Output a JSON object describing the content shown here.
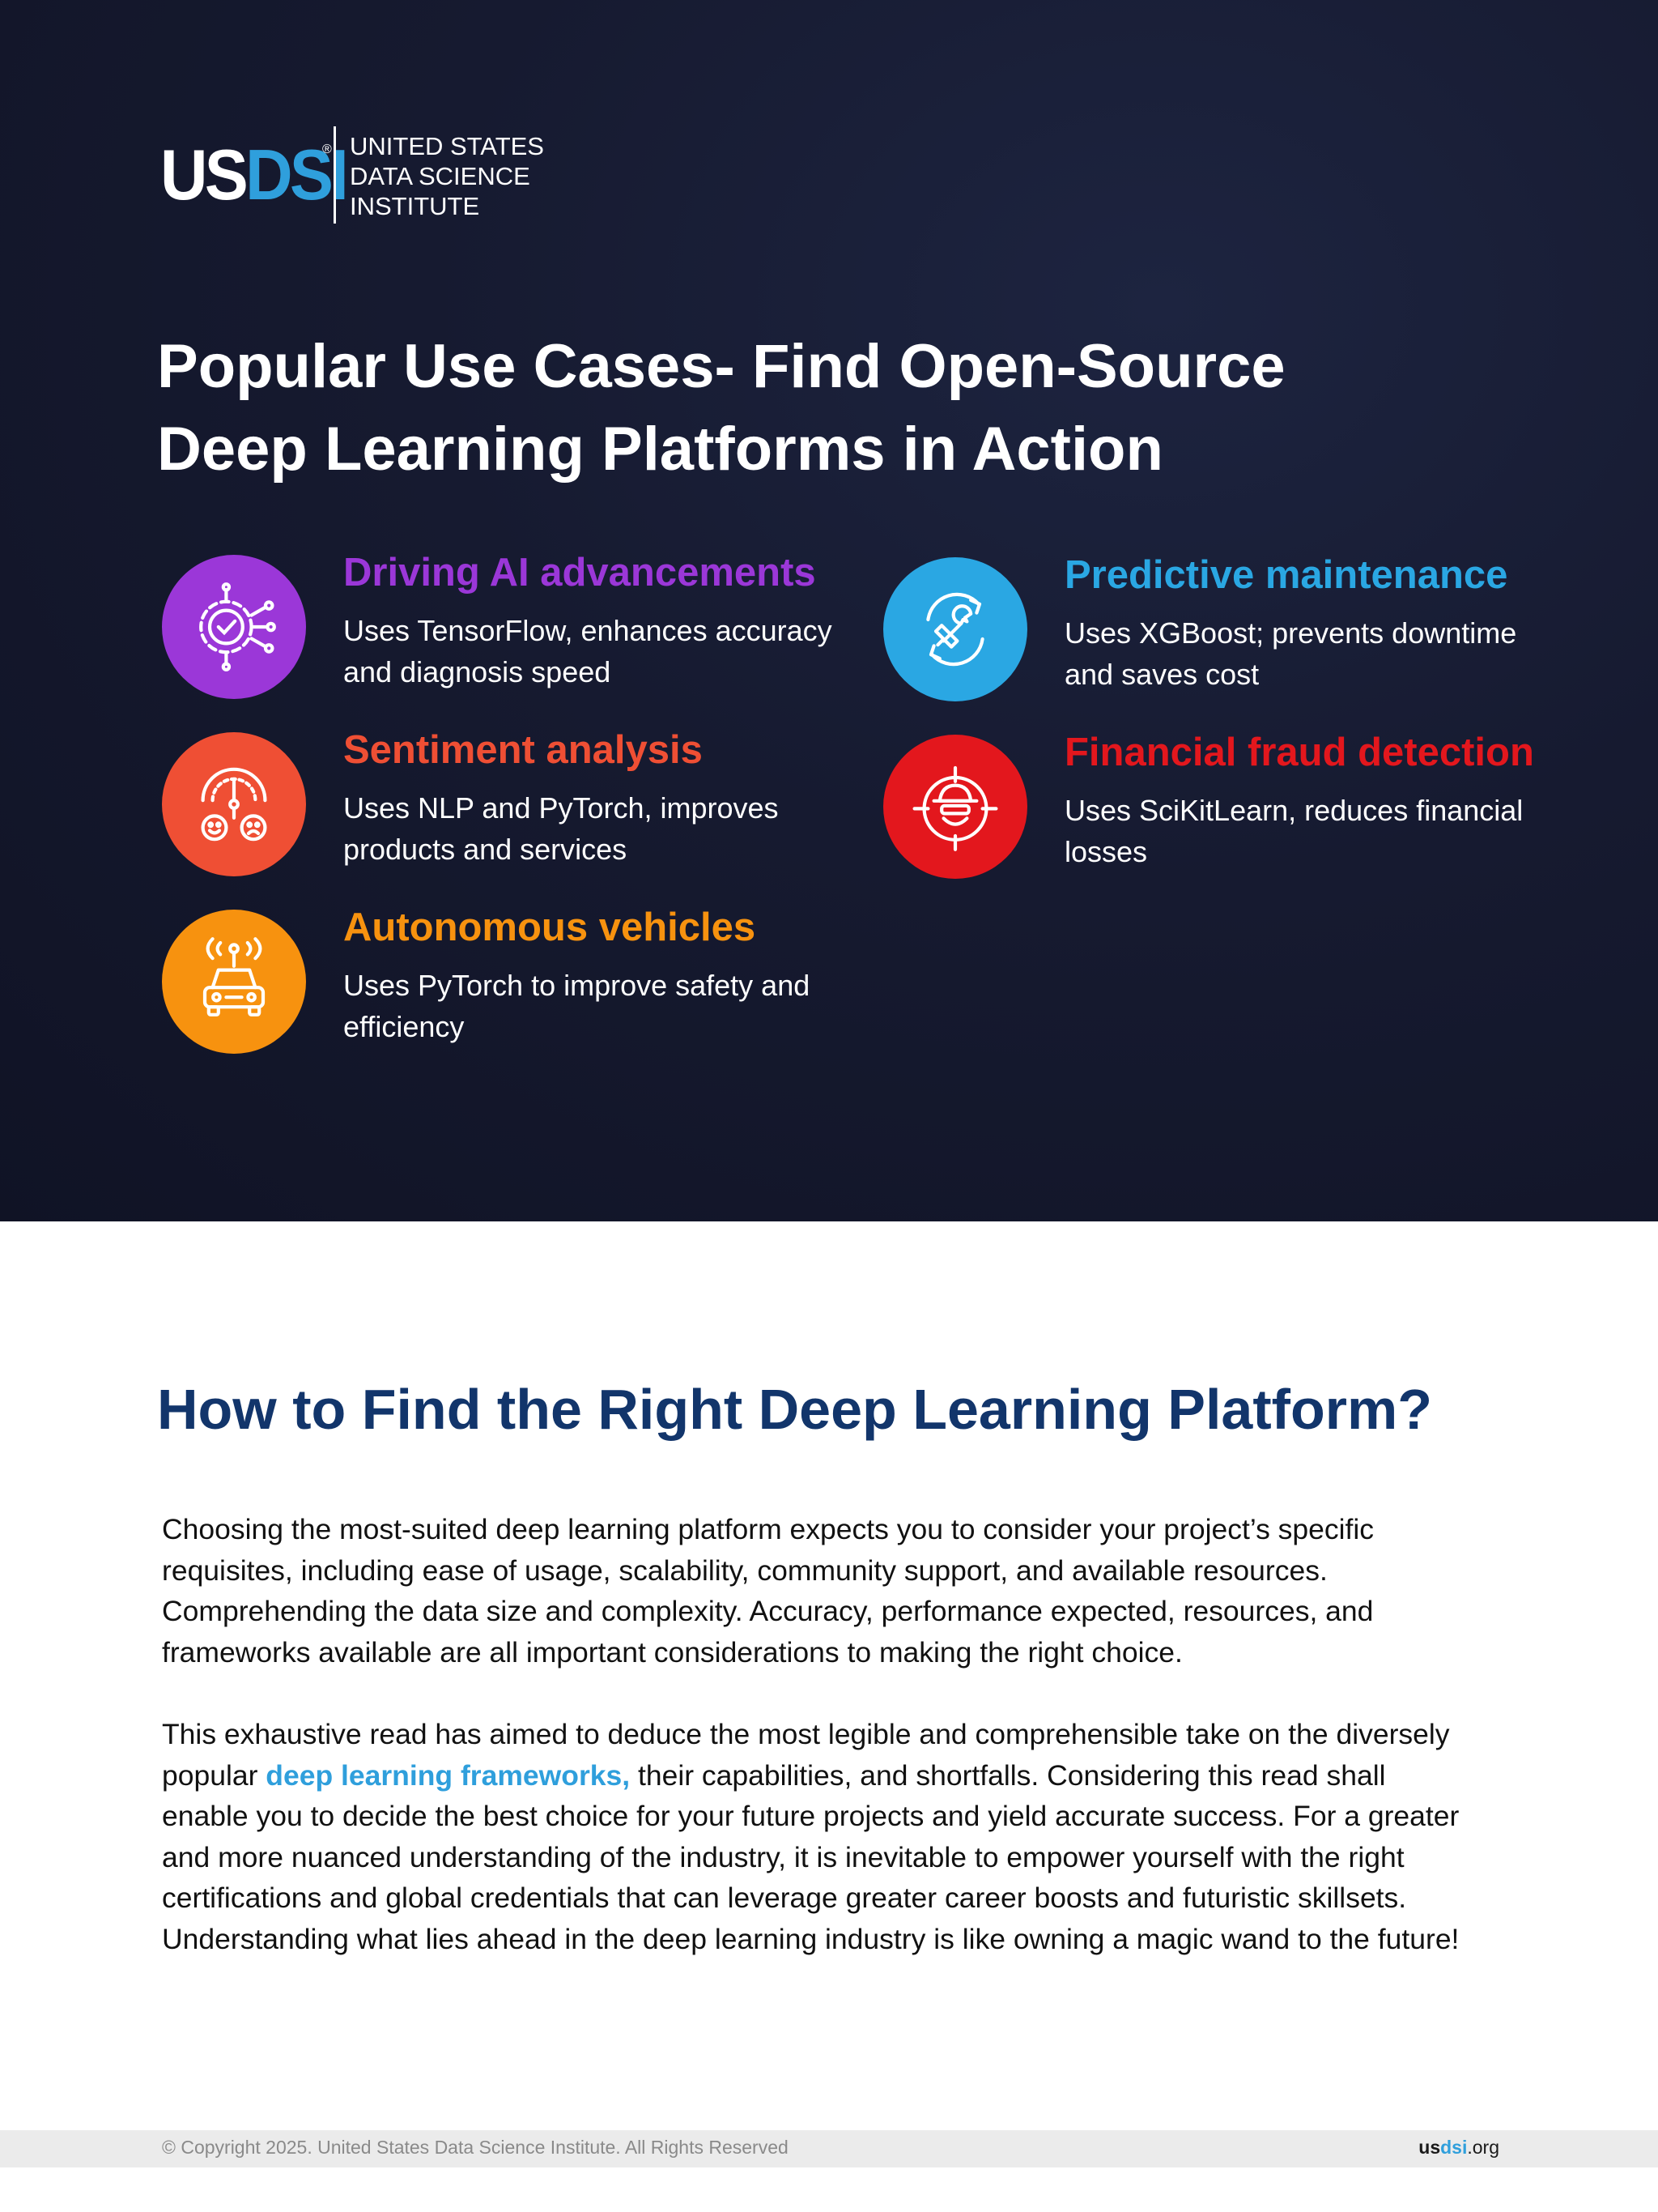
{
  "logo": {
    "mark_us": "US",
    "mark_dsi": "DSI",
    "registered": "®",
    "line1": "UNITED STATES",
    "line2": "DATA SCIENCE",
    "line3": "INSTITUTE"
  },
  "hero": {
    "title_line1": "Popular Use Cases- Find Open-Source",
    "title_line2": "Deep Learning Platforms in Action"
  },
  "use_cases": [
    {
      "title": "Driving AI advancements",
      "desc": "Uses TensorFlow, enhances accuracy and diagnosis speed",
      "color": "#9b37d8",
      "icon": "gear-check-icon"
    },
    {
      "title": "Sentiment analysis",
      "desc": "Uses NLP and PyTorch, improves products and services",
      "color": "#ef4f34",
      "icon": "sentiment-gauge-icon"
    },
    {
      "title": "Autonomous vehicles",
      "desc": "Uses PyTorch to improve safety and efficiency",
      "color": "#f7920f",
      "icon": "autonomous-car-icon"
    },
    {
      "title": "Predictive maintenance",
      "desc": "Uses XGBoost; prevents downtime and saves cost",
      "color": "#2aa7e3",
      "icon": "maintenance-wrench-icon"
    },
    {
      "title": "Financial fraud detection",
      "desc": "Uses SciKitLearn, reduces financial losses",
      "color": "#e3171d",
      "icon": "fraud-target-icon"
    }
  ],
  "section": {
    "title": "How to Find the Right Deep Learning Platform?",
    "para1": "Choosing the most-suited deep learning platform expects you to consider your project’s specific requisites, including ease of usage, scalability, community support, and available resources. Comprehending the data size and complexity. Accuracy, performance expected, resources, and frameworks available are all important considerations to making the right choice.",
    "para2_before": "This exhaustive read has aimed to deduce the most legible and comprehensible take on the diversely popular ",
    "para2_link": "deep learning frameworks,",
    "para2_after": " their capabilities, and shortfalls. Considering this read shall enable you to decide the best choice for your future projects and yield accurate success. For a greater and more nuanced understanding of the industry, it is inevitable to empower yourself with the right certifications and global credentials that can leverage greater career boosts and futuristic skillsets. Understanding what lies ahead in the deep learning industry is like owning a magic wand to the future!"
  },
  "footer": {
    "copyright": "© Copyright 2025. United States Data Science Institute. All Rights Reserved",
    "site_a": "us",
    "site_b": "dsi",
    "site_c": ".org"
  }
}
